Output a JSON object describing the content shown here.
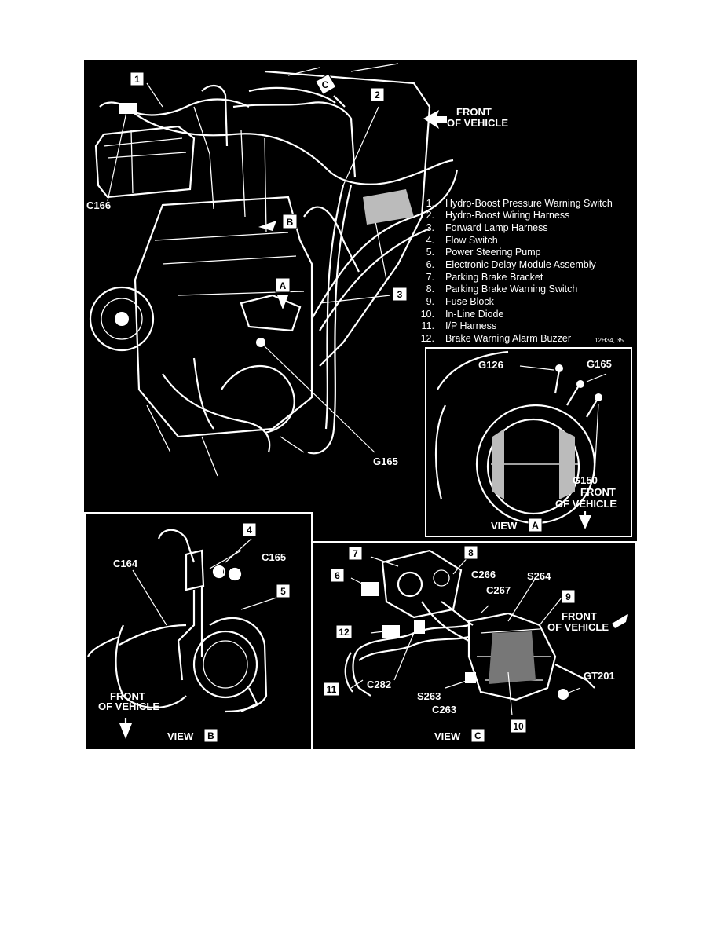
{
  "legend": [
    {
      "num": "1.",
      "text": "Hydro-Boost Pressure Warning Switch"
    },
    {
      "num": "2.",
      "text": "Hydro-Boost Wiring Harness"
    },
    {
      "num": "3.",
      "text": "Forward Lamp Harness"
    },
    {
      "num": "4.",
      "text": "Flow Switch"
    },
    {
      "num": "5.",
      "text": "Power Steering Pump"
    },
    {
      "num": "6.",
      "text": "Electronic Delay Module Assembly"
    },
    {
      "num": "7.",
      "text": "Parking Brake Bracket"
    },
    {
      "num": "8.",
      "text": "Parking Brake Warning Switch"
    },
    {
      "num": "9.",
      "text": "Fuse Block"
    },
    {
      "num": "10.",
      "text": "In-Line Diode"
    },
    {
      "num": "11.",
      "text": "I/P Harness"
    },
    {
      "num": "12.",
      "text": "Brake Warning Alarm Buzzer"
    }
  ],
  "figure_code": "12H34, 35",
  "main": {
    "callouts": {
      "c1": "1",
      "c2": "2",
      "c3": "3",
      "va": "A",
      "vb": "B",
      "vc": "C"
    },
    "connectors": {
      "c166": "C166",
      "g165": "G165"
    },
    "front": {
      "line1": "FRONT",
      "line2": "OF VEHICLE"
    }
  },
  "view_a": {
    "caption": "VIEW",
    "letter": "A",
    "grounds": {
      "g126": "G126",
      "g165": "G165",
      "g150": "G150"
    },
    "front": {
      "line1": "FRONT",
      "line2": "OF VEHICLE"
    }
  },
  "view_b": {
    "caption": "VIEW",
    "letter": "B",
    "callouts": {
      "c4": "4",
      "c5": "5"
    },
    "connectors": {
      "c164": "C164",
      "c165": "C165"
    },
    "front": {
      "line1": "FRONT",
      "line2": "OF VEHICLE"
    }
  },
  "view_c": {
    "caption": "VIEW",
    "letter": "C",
    "callouts": {
      "c6": "6",
      "c7": "7",
      "c8": "8",
      "c9": "9",
      "c10": "10",
      "c11": "11",
      "c12": "12"
    },
    "connectors": {
      "c266": "C266",
      "s264": "S264",
      "c267": "C267",
      "c282": "C282",
      "s263": "S263",
      "c263": "C263",
      "gt201": "GT201"
    },
    "front": {
      "line1": "FRONT",
      "line2": "OF VEHICLE"
    }
  }
}
